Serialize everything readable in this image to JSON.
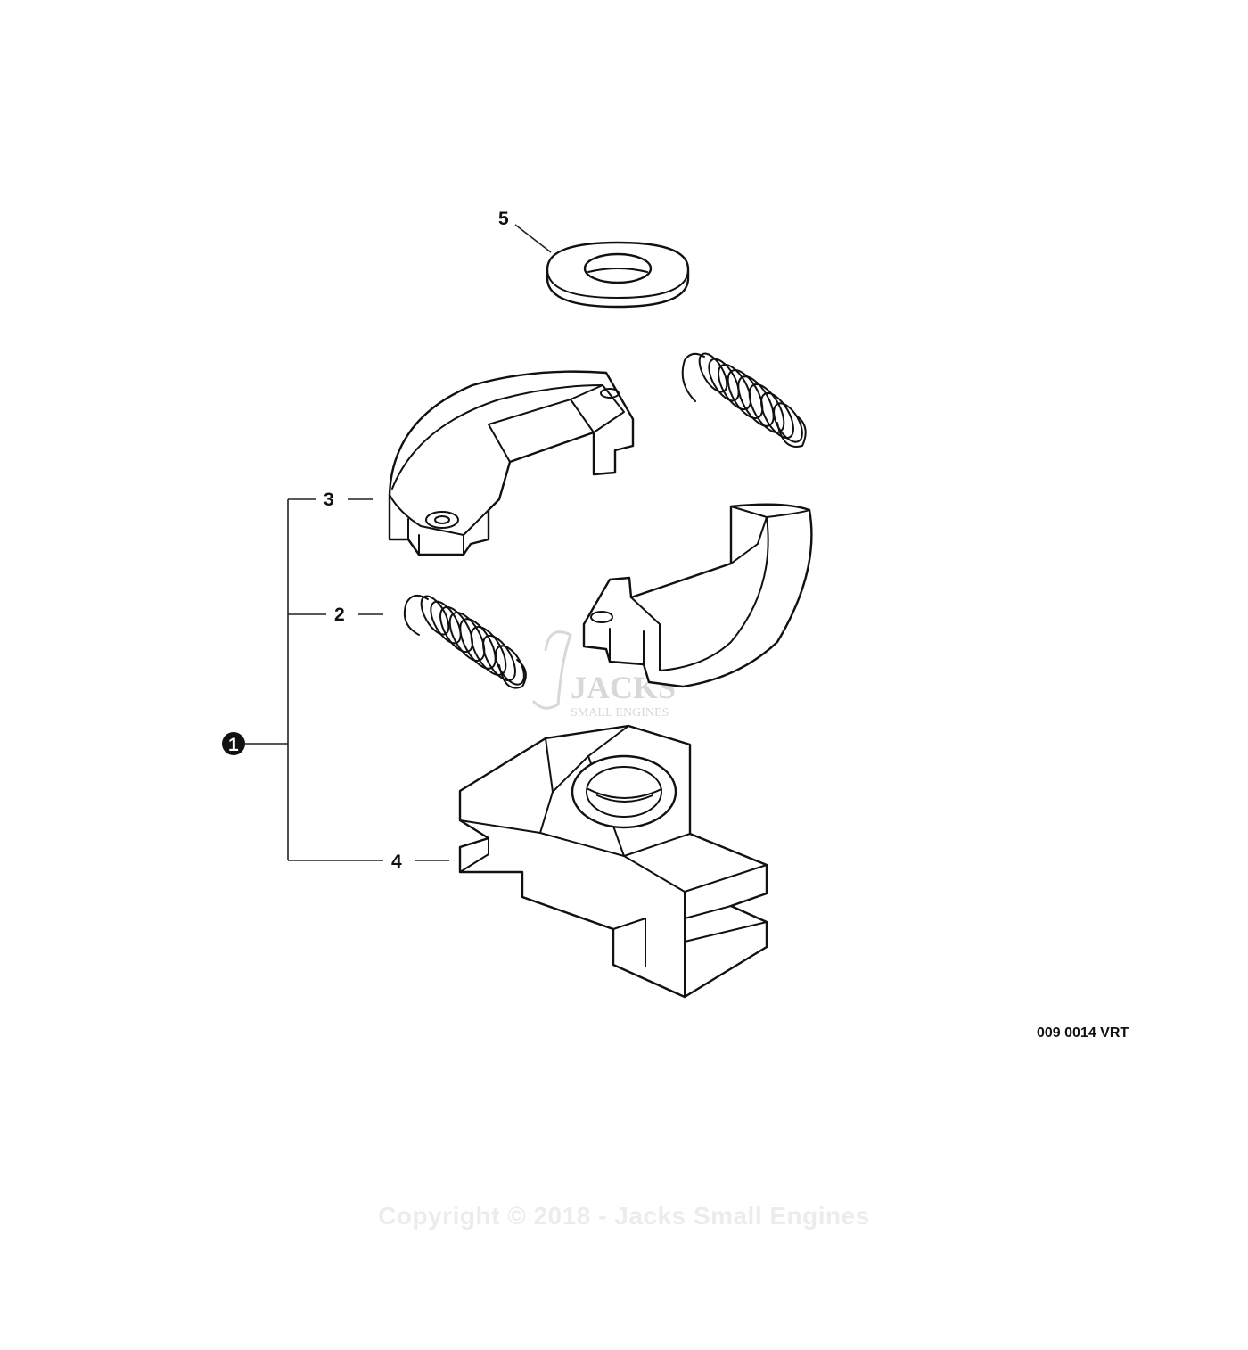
{
  "callouts": [
    {
      "id": "5",
      "label": "5"
    },
    {
      "id": "3",
      "label": "3"
    },
    {
      "id": "2",
      "label": "2"
    },
    {
      "id": "4",
      "label": "4"
    }
  ],
  "assembly": {
    "label": "1"
  },
  "drawing_code": "009 0014 VRT",
  "watermark": {
    "brand": "JACKS",
    "sub": "SMALL ENGINES",
    "mark": "©"
  },
  "footer": {
    "copyright": "Copyright © 2018 - Jacks Small Engines"
  },
  "colors": {
    "line": "#111111",
    "watermark": "#d8d8d8",
    "footer": "#ececec"
  }
}
